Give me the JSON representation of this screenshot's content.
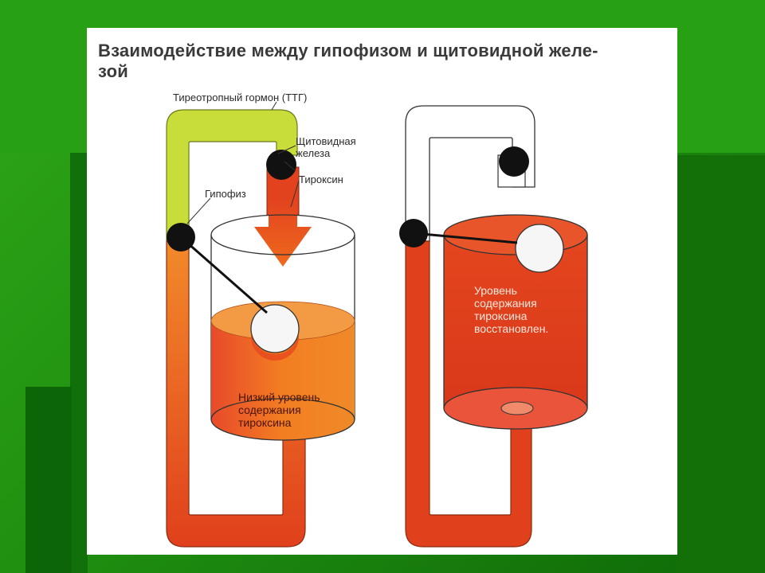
{
  "slide": {
    "colors": {
      "bg_light": "#2fa818",
      "bg_dark": "#0f6a08",
      "panel": "#ffffff"
    }
  },
  "diagram": {
    "title": "Взаимодействие между гипофизом и щитовидной желе-\nзой",
    "labels": {
      "ttg": "Тиреотропный гормон (ТТГ)",
      "thyroid": "Щитовидная\nжелеза",
      "thyroxine": "Тироксин",
      "pituitary": "Гипофиз",
      "low_level": "Низкий уровень\nсодержания\nтироксина",
      "restored_level": "Уровень\nсодержания\nтироксина\nвосстановлен."
    },
    "colors": {
      "ttg_tube": "#c8dc3a",
      "hormone_orange": "#f07a1e",
      "hormone_red": "#e2431e",
      "nodes": "#111111"
    }
  }
}
